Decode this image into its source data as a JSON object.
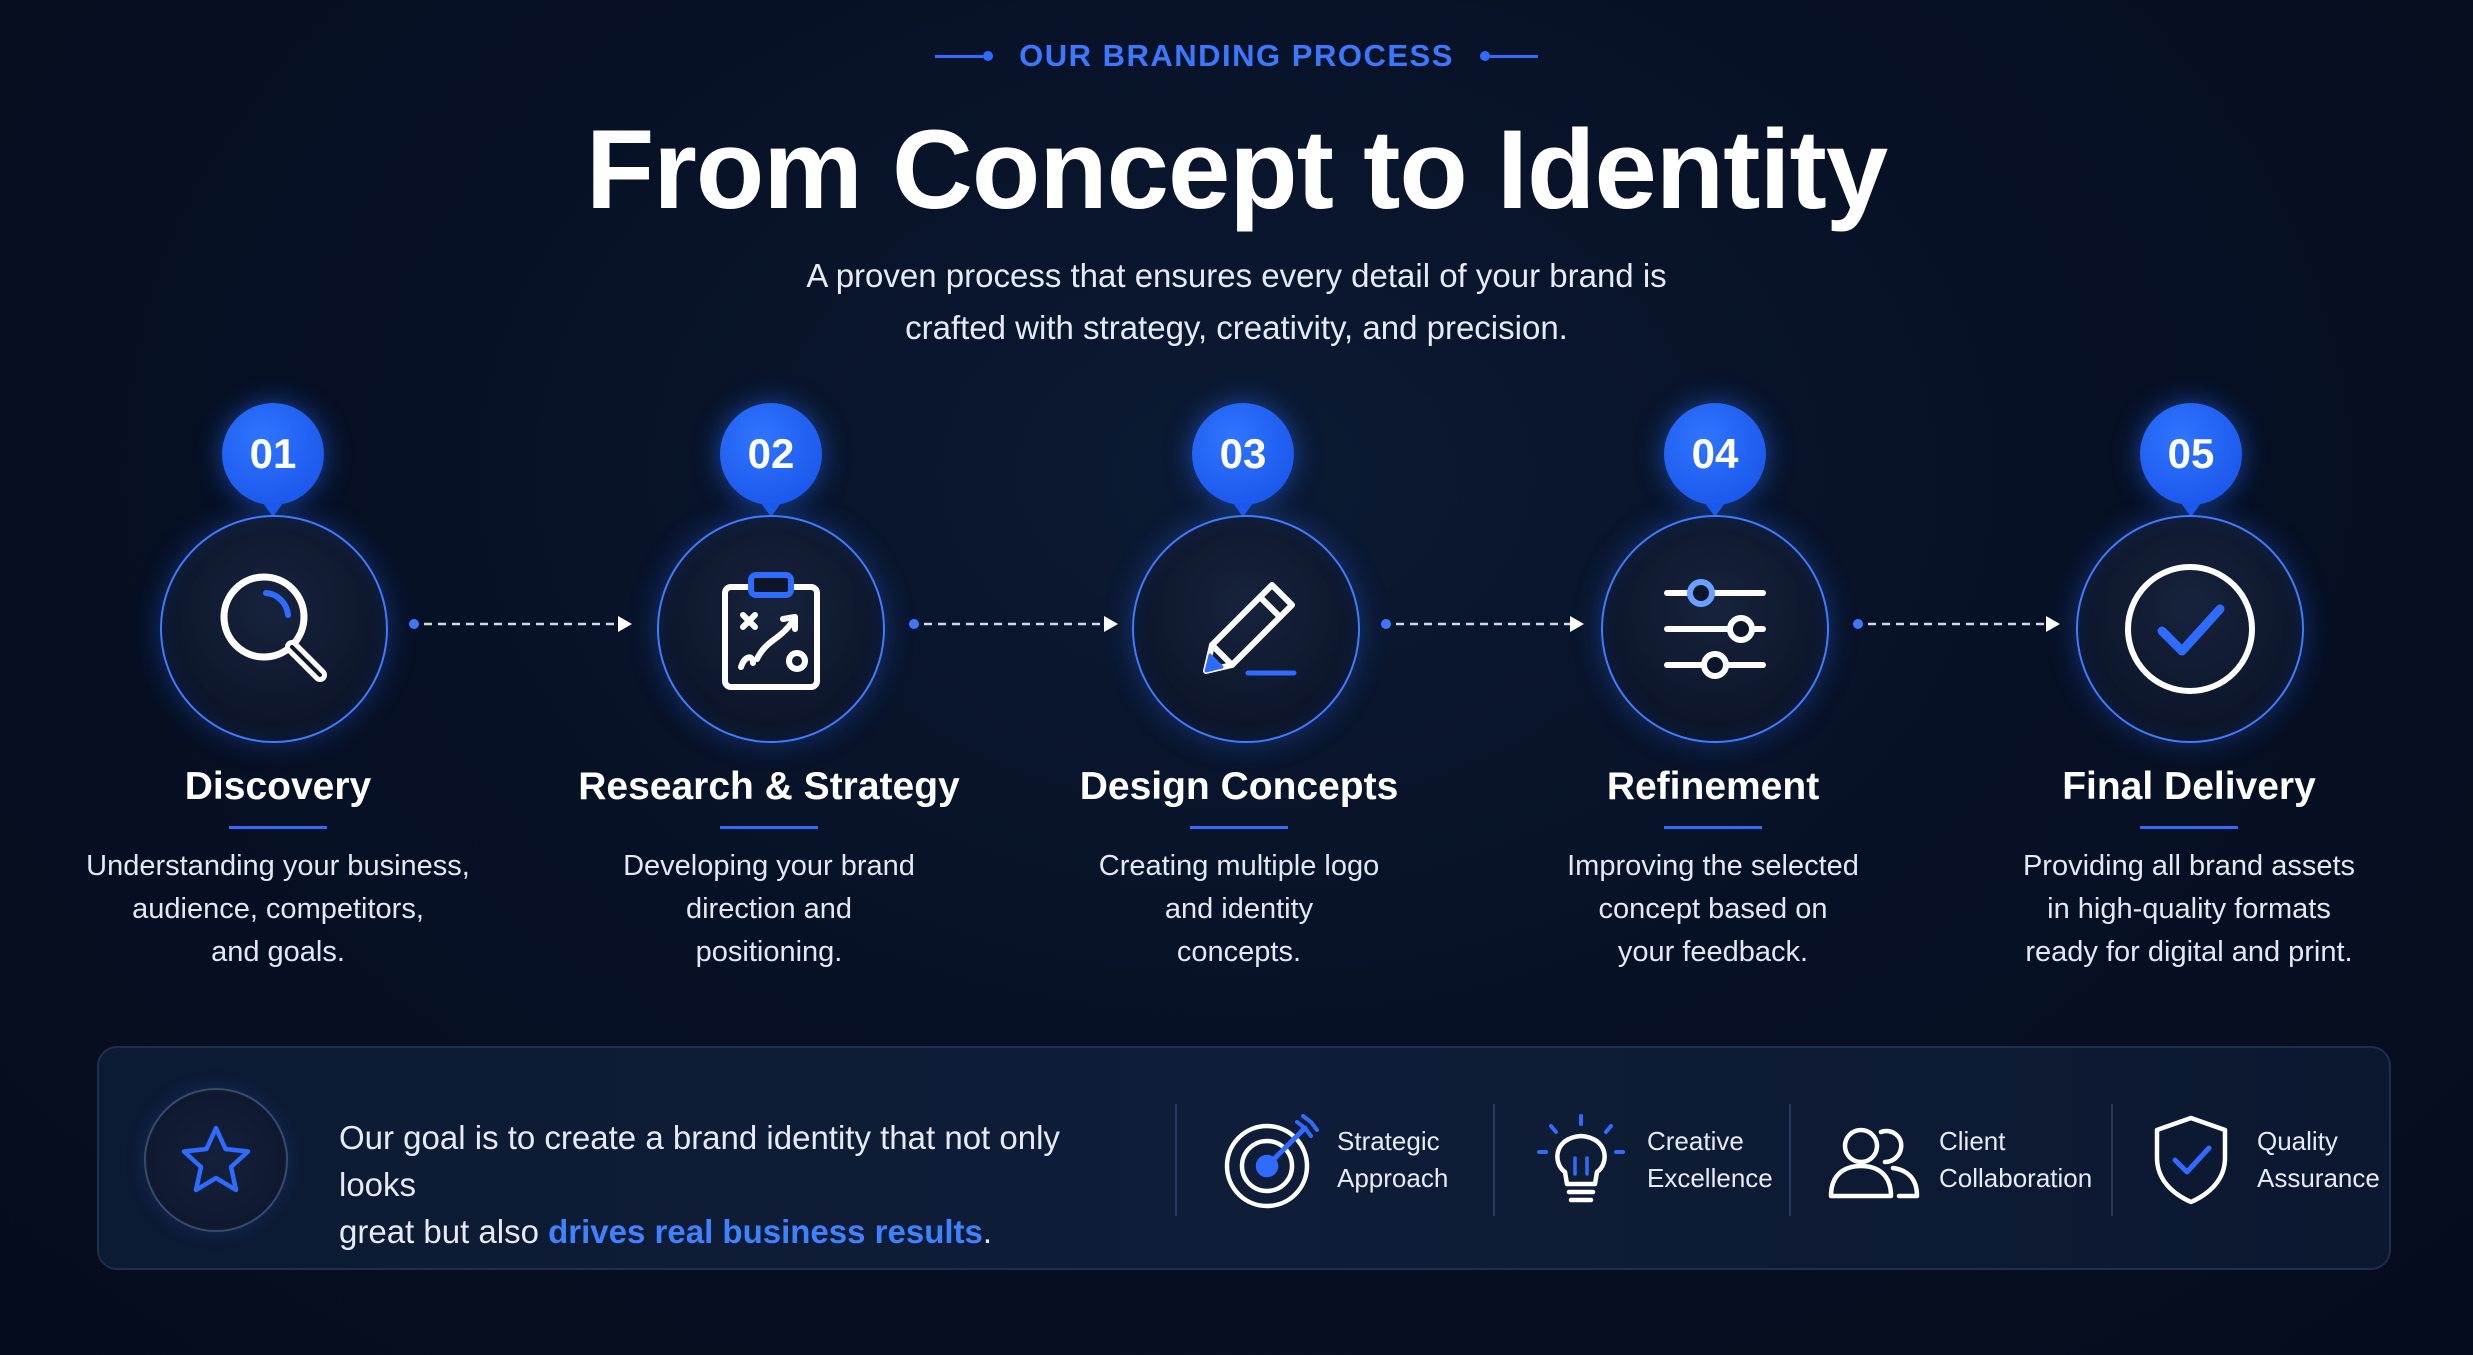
{
  "header": {
    "eyebrow": "OUR BRANDING PROCESS",
    "title": "From Concept to Identity",
    "subtitle_line1": "A proven process that ensures every detail of your brand is",
    "subtitle_line2": "crafted with strategy, creativity, and precision."
  },
  "steps": [
    {
      "number": "01",
      "title": "Discovery",
      "icon": "magnifier-icon",
      "desc": [
        "Understanding your business,",
        "audience, competitors,",
        "and goals."
      ]
    },
    {
      "number": "02",
      "title": "Research & Strategy",
      "icon": "clipboard-strategy-icon",
      "desc": [
        "Developing your brand",
        "direction and",
        "positioning."
      ]
    },
    {
      "number": "03",
      "title": "Design Concepts",
      "icon": "pencil-icon",
      "desc": [
        "Creating multiple logo",
        "and identity",
        "concepts."
      ]
    },
    {
      "number": "04",
      "title": "Refinement",
      "icon": "sliders-icon",
      "desc": [
        "Improving the selected",
        "concept based on",
        "your feedback."
      ]
    },
    {
      "number": "05",
      "title": "Final Delivery",
      "icon": "checkmark-circle-icon",
      "desc": [
        "Providing all brand assets",
        "in high-quality formats",
        "ready for digital and print."
      ]
    }
  ],
  "footer": {
    "goal_line1": "Our goal is to create a brand identity that not only looks",
    "goal_line2_prefix": "great but also ",
    "goal_highlight": "drives real business results",
    "goal_suffix": ".",
    "features": [
      {
        "icon": "target-icon",
        "line1": "Strategic",
        "line2": "Approach"
      },
      {
        "icon": "lightbulb-icon",
        "line1": "Creative",
        "line2": "Excellence"
      },
      {
        "icon": "users-icon",
        "line1": "Client",
        "line2": "Collaboration"
      },
      {
        "icon": "shield-check-icon",
        "line1": "Quality",
        "line2": "Assurance"
      }
    ]
  },
  "colors": {
    "accent": "#2f6bff",
    "highlight": "#3f82ff",
    "background": "#071126"
  }
}
